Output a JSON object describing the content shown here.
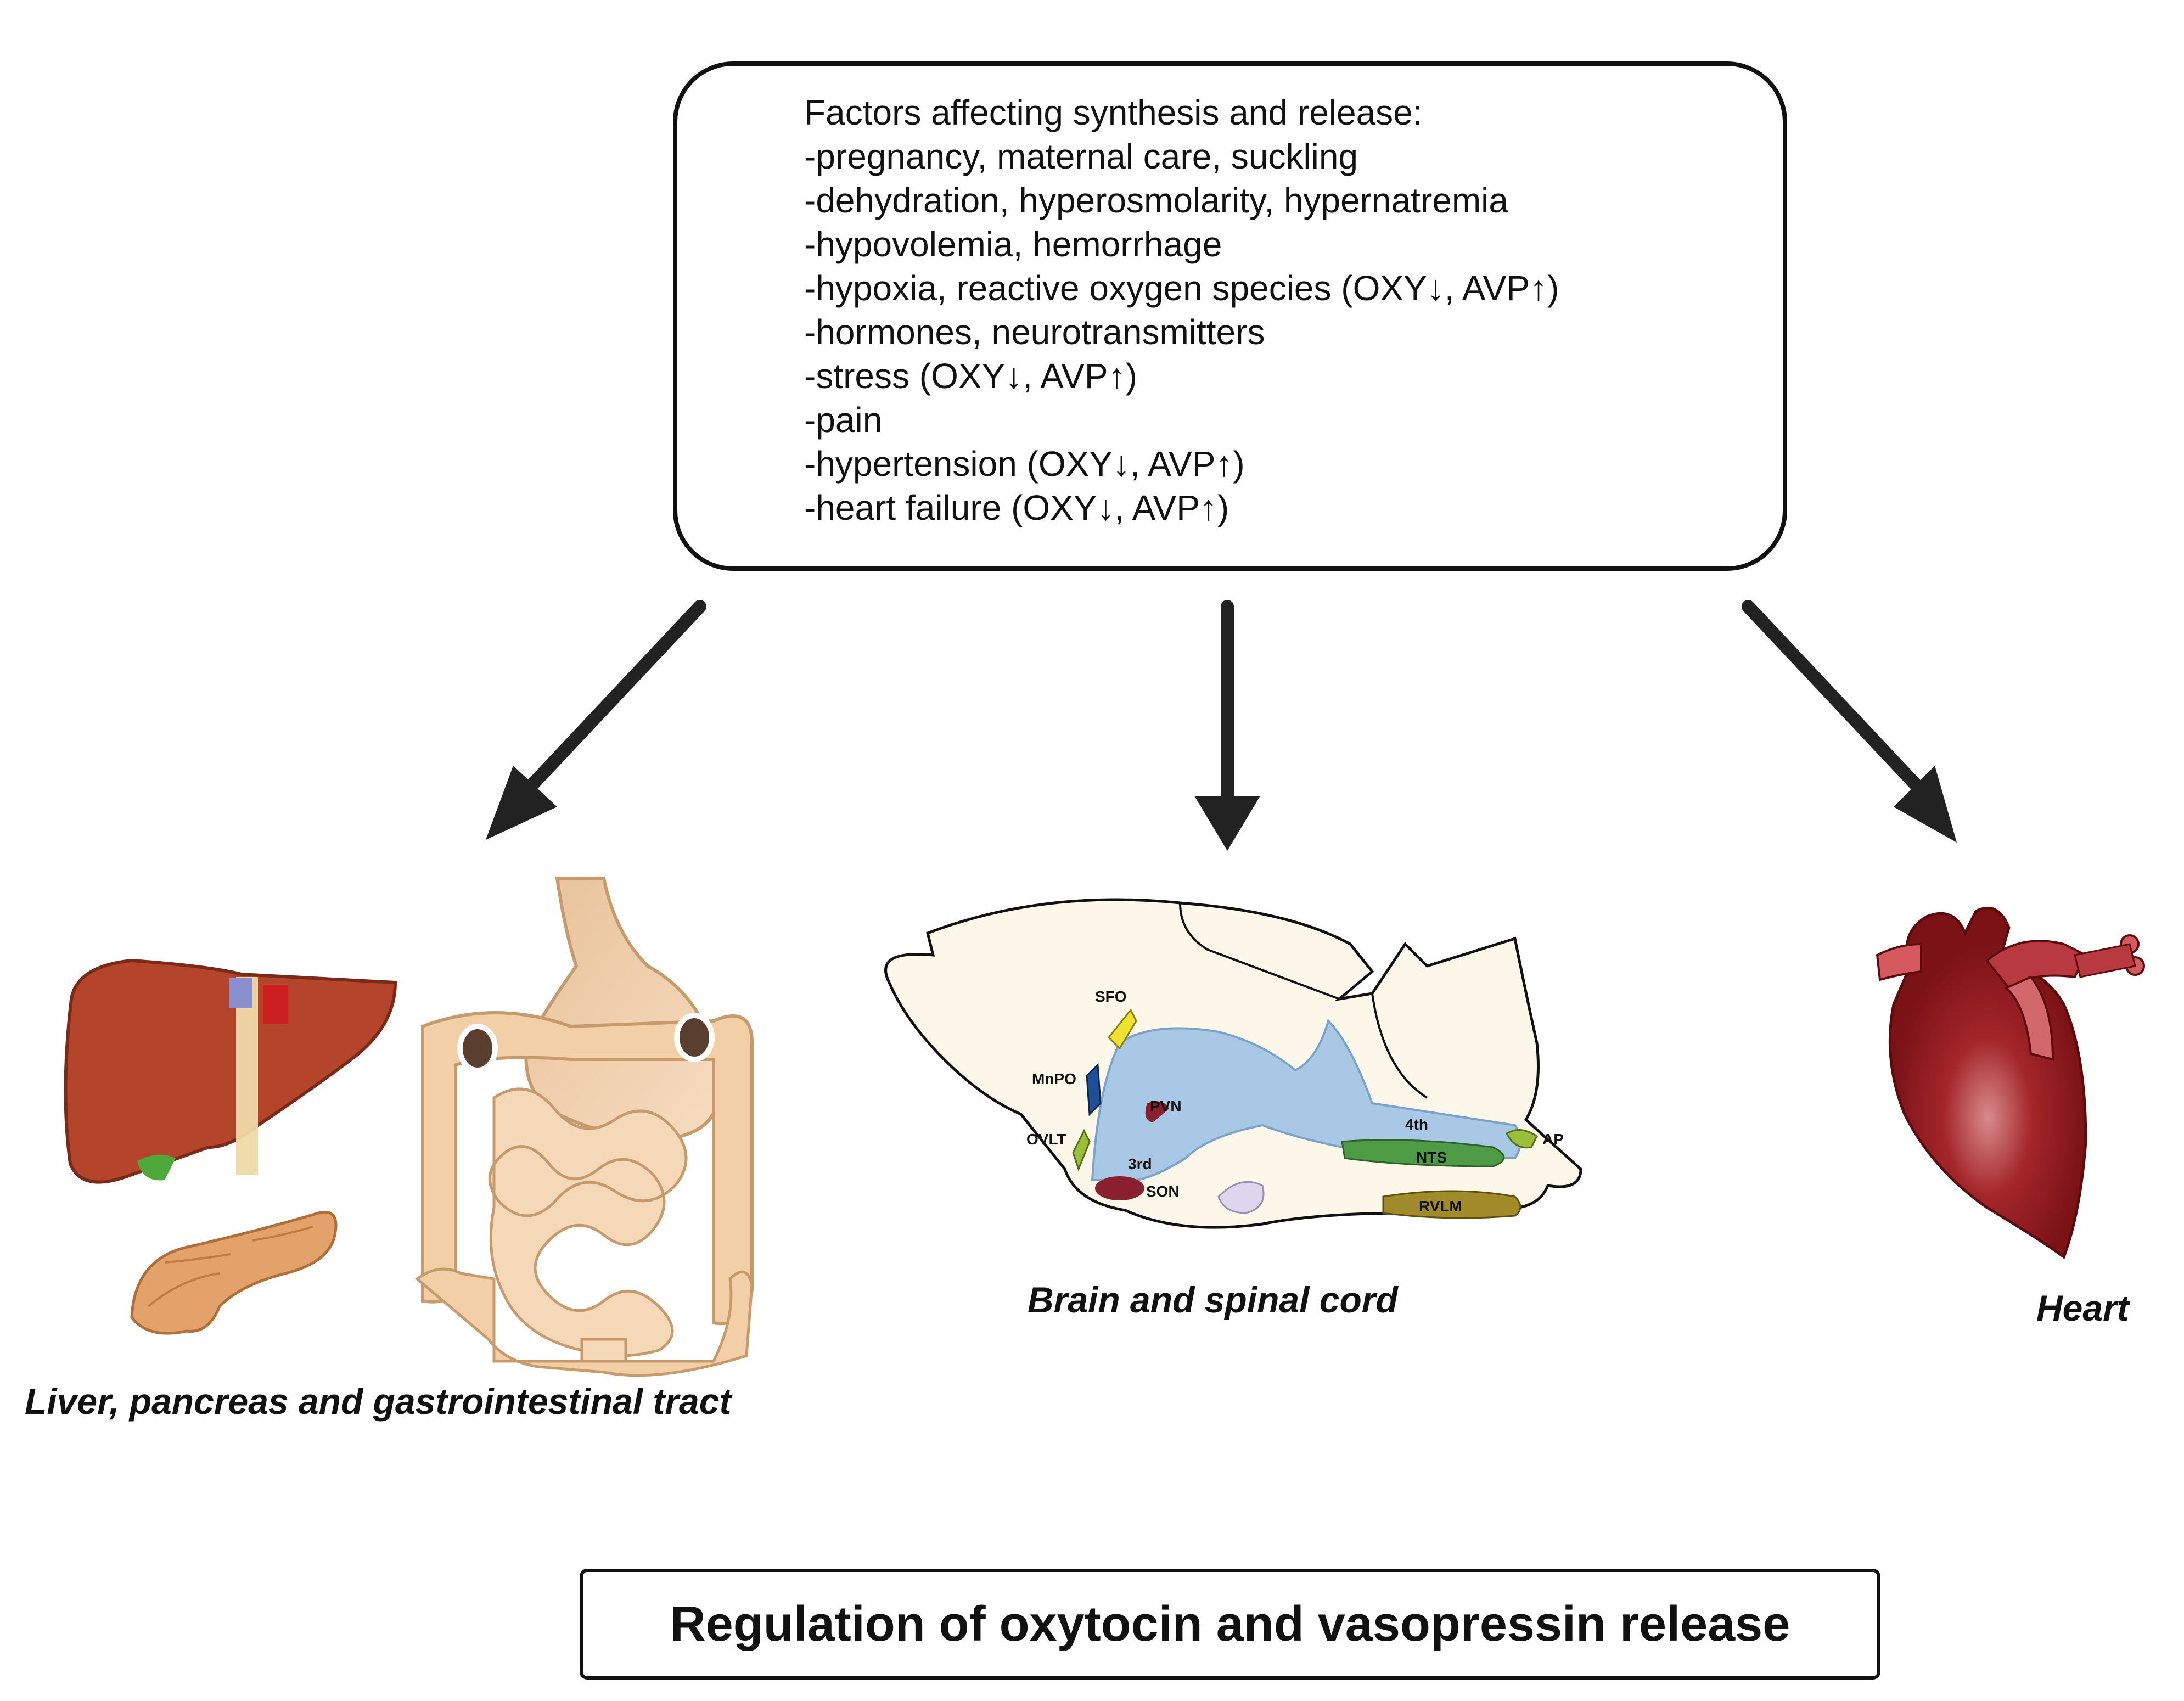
{
  "factors": {
    "heading": "Factors affecting synthesis and release:",
    "items": [
      "-pregnancy, maternal care, suckling",
      "-dehydration, hyperosmolarity, hypernatremia",
      "-hypovolemia, hemorrhage",
      "-hypoxia, reactive oxygen species (OXY↓, AVP↑)",
      "-hormones, neurotransmitters",
      "-stress (OXY↓, AVP↑)",
      "-pain",
      "-hypertension (OXY↓, AVP↑)",
      "-heart failure (OXY↓, AVP↑)"
    ]
  },
  "targets": {
    "digestive": "Liver, pancreas and gastrointestinal tract",
    "brain": "Brain and spinal cord",
    "heart": "Heart"
  },
  "brain_regions": {
    "sfo": "SFO",
    "mnpo": "MnPO",
    "ovlt": "OVLT",
    "pvn": "PVN",
    "third": "3rd",
    "son": "SON",
    "fourth": "4th",
    "nts": "NTS",
    "ap": "AP",
    "rvlm": "RVLM"
  },
  "title": "Regulation of oxytocin and vasopressin release",
  "colors": {
    "liver": "#b5452a",
    "gut": "#f2cfa6",
    "heart": "#8e1a1c",
    "ventricle": "#a9c8e6",
    "sfo": "#f0e230",
    "mnpo": "#1f4f96",
    "ovlt": "#9cbf3a",
    "pvn": "#8a1f2e",
    "nts": "#4f9a44",
    "rvlm": "#a08a2a"
  }
}
